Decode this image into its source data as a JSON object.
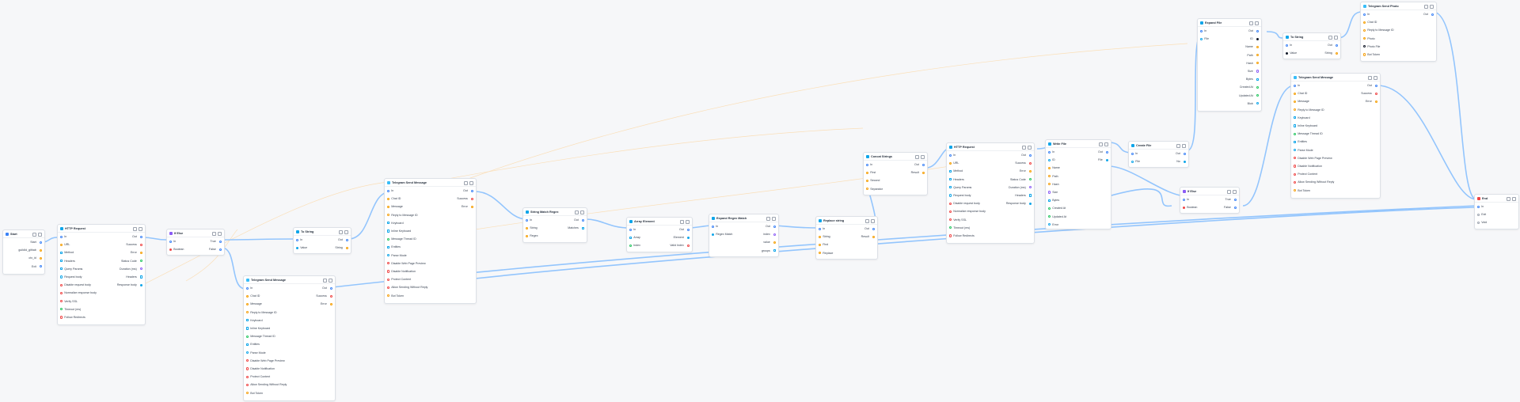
{
  "app": {
    "title": "Workflow Editor"
  },
  "colors": {
    "wire": "#93c5fd",
    "wire_faint": "#fcd9a8",
    "exec": "#3b82f6",
    "string": "#f59e0b",
    "bool": "#ef4444",
    "int": "#0ea5e9"
  },
  "nodes": {
    "start": {
      "title": "Start",
      "rows": {
        "start": "Start",
        "guild": "guildId_githab",
        "ctx": "ctx_id",
        "exit": "Exit"
      }
    },
    "http1": {
      "title": "HTTP Request",
      "in": "In",
      "out": "Out",
      "url": "URL",
      "success": "Success",
      "method": "Method",
      "error": "Error",
      "headers": "Headers",
      "status": "Status Code",
      "query": "Query Params",
      "duration": "Duration (ms)",
      "body": "Request body",
      "resp_headers": "Headers",
      "disable": "Disable request body",
      "resp_body": "Response body",
      "normalize": "Normalize response body",
      "verify": "Verify SSL",
      "timeout": "Timeout (ms)",
      "follow": "Follow Redirects"
    },
    "if1": {
      "title": "If Else",
      "in": "In",
      "true": "True",
      "boolean": "Boolean",
      "false": "False"
    },
    "tostring1": {
      "title": "To String",
      "in": "In",
      "out": "Out",
      "value": "Value",
      "string": "String"
    },
    "tg1": {
      "title": "Telegram Send Message",
      "in": "In",
      "out": "Out",
      "chat": "Chat ID",
      "success": "Success",
      "message": "Message",
      "error": "Error",
      "reply": "Reply to Message ID",
      "keyboard": "Keyboard",
      "inline": "Inline Keyboard",
      "thread": "Message Thread ID",
      "entities": "Entities",
      "parse": "Parse Mode",
      "preview": "Disable Web Page Preview",
      "notif": "Disable Notification",
      "protect": "Protect Content",
      "paid": "Allow Sending Without Reply",
      "token": "Bot Token"
    },
    "tg2": {
      "title": "Telegram Send Message",
      "in": "In",
      "out": "Out",
      "chat": "Chat ID",
      "success": "Success",
      "message": "Message",
      "error": "Error",
      "reply": "Reply to Message ID",
      "keyboard": "Keyboard",
      "inline": "Inline Keyboard",
      "thread": "Message Thread ID",
      "entities": "Entities",
      "parse": "Parse Mode",
      "preview": "Disable Web Page Preview",
      "notif": "Disable Notification",
      "protect": "Protect Content",
      "paid": "Allow Sending Without Reply",
      "token": "Bot Token"
    },
    "regex1": {
      "title": "String Match Regex",
      "in": "In",
      "out": "Out",
      "string": "String",
      "matches": "Matches",
      "regex": "Regex"
    },
    "arr": {
      "title": "Array Element",
      "in": "In",
      "out": "Out",
      "array": "Array",
      "element": "Element",
      "index": "Index",
      "valid": "Valid Index"
    },
    "expand": {
      "title": "Expand Regex Match",
      "in": "In",
      "out": "Out",
      "match": "Regex Match",
      "index": "index",
      "value": "value",
      "groups": "groups"
    },
    "replace": {
      "title": "Replace string",
      "in": "In",
      "out": "Out",
      "string": "String",
      "result": "Result",
      "find": "Find",
      "repl": "Replace"
    },
    "concat": {
      "title": "Concat Strings",
      "in": "In",
      "out": "Out",
      "first": "First",
      "result": "Result",
      "second": "Second",
      "sep": "Separator"
    },
    "http2": {
      "title": "HTTP Request",
      "in": "In",
      "out": "Out",
      "url": "URL",
      "success": "Success",
      "method": "Method",
      "error": "Error",
      "headers": "Headers",
      "status": "Status Code",
      "query": "Query Params",
      "duration": "Duration (ms)",
      "body": "Request body",
      "resp_headers": "Headers",
      "disable": "Disable request body",
      "resp_body": "Response body",
      "normalize": "Normalize response body",
      "verify": "Verify SSL",
      "timeout": "Timeout (ms)",
      "follow": "Follow Redirects"
    },
    "write": {
      "title": "Write File",
      "in": "In",
      "out": "Out",
      "id": "ID",
      "file": "File",
      "name": "Name",
      "path": "Path",
      "hash": "Hash",
      "size": "Size",
      "bytes": "Bytes",
      "created": "Created At",
      "updated": "Updated At",
      "error": "Error"
    },
    "create": {
      "title": "Create File",
      "in": "In",
      "out": "Out",
      "file": "File",
      "no": "No"
    },
    "if2": {
      "title": "If Else",
      "in": "In",
      "true": "True",
      "boolean": "Boolean",
      "false": "False"
    },
    "expandfile": {
      "title": "Expand File",
      "in": "In",
      "out": "Out",
      "file": "File",
      "id": "ID",
      "name": "Name",
      "path": "Path",
      "hash": "Hash",
      "size": "Size",
      "bytes": "Bytes",
      "created": "Created At",
      "updated": "Updated At",
      "blob": "Blob"
    },
    "tostring2": {
      "title": "To String",
      "in": "In",
      "out": "Out",
      "value": "Value",
      "string": "String"
    },
    "photo": {
      "title": "Telegram Send Photo",
      "in": "In",
      "out": "Out",
      "chat": "Chat ID",
      "reply": "Reply to Message ID",
      "photo": "Photo",
      "file": "Photo File",
      "token": "Bot Token"
    },
    "tg3": {
      "title": "Telegram Send Message",
      "in": "In",
      "out": "Out",
      "chat": "Chat ID",
      "success": "Success",
      "message": "Message",
      "error": "Error",
      "reply": "Reply to Message ID",
      "keyboard": "Keyboard",
      "inline": "Inline Keyboard",
      "thread": "Message Thread ID",
      "entities": "Entities",
      "parse": "Parse Mode",
      "preview": "Disable Web Page Preview",
      "notif": "Disable Notification",
      "protect": "Protect Content",
      "paid": "Allow Sending Without Reply",
      "token": "Bot Token"
    },
    "end": {
      "title": "End",
      "in": "In",
      "exit": "Exit",
      "void": "Void"
    }
  }
}
